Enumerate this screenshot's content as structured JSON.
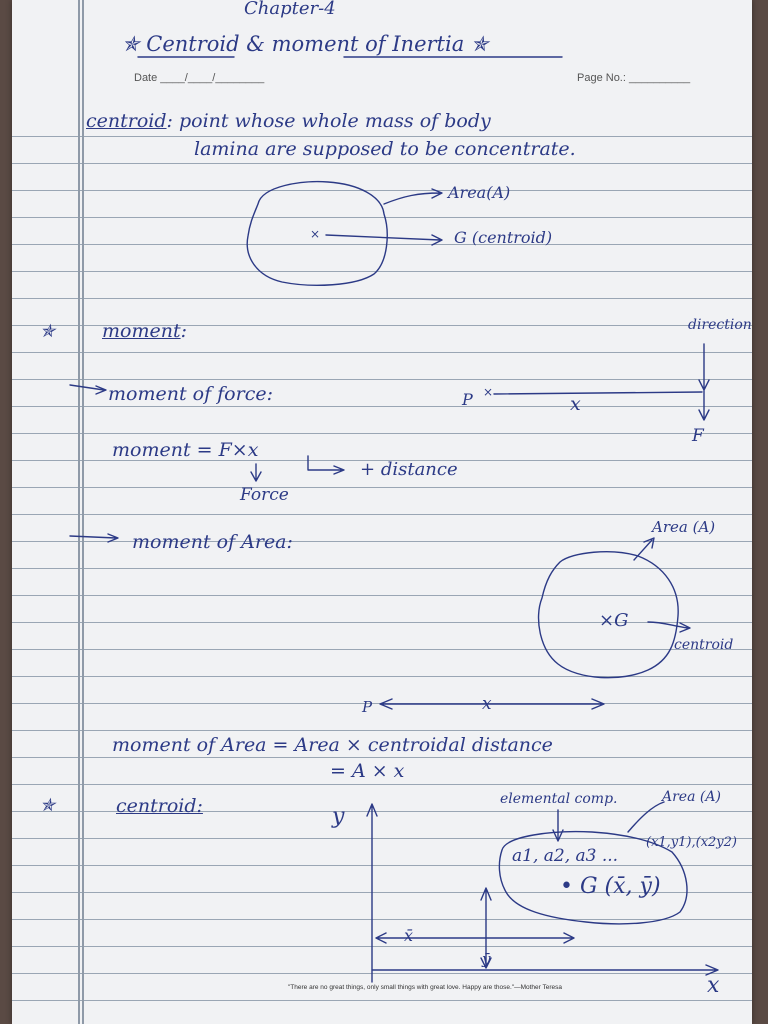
{
  "header": {
    "chapter": "Chapter-4",
    "title": "Centroid & moment of Inertia",
    "date_label": "Date ____/____/________",
    "page_label": "Page No.: __________"
  },
  "centroid_def": {
    "term": "centroid",
    "line1": ": point whose whole mass of body",
    "line2": "lamina are supposed to be concentrate.",
    "area_label": "Area(A)",
    "x_mark": "×",
    "centroid_label": "G (centroid)"
  },
  "moment": {
    "heading": "moment",
    "colon": ":",
    "force_heading": "moment of force:",
    "direction_label": "direction",
    "p_label": "P",
    "x_mark": "×",
    "x_label": "x",
    "f_label": "F",
    "formula": "moment = F×x",
    "distance_label": "distance",
    "force_label": "Force"
  },
  "moment_area": {
    "heading": "moment of Area:",
    "area_label": "Area (A)",
    "g_label": "×G",
    "centroid_label": "centroid",
    "p_label": "P",
    "x_label": "x",
    "formula_line1": "moment of Area = Area × centroidal distance",
    "formula_line2": "= A × x"
  },
  "centroid2": {
    "heading": "centroid:",
    "y_axis": "y",
    "x_axis": "x",
    "elemental_label": "elemental comp.",
    "area_label": "Area (A)",
    "elements": "a1, a2, a3 ...",
    "coords": "(x1,y1),(x2y2)",
    "g_label": "G (x̄, ȳ)",
    "xbar": "x̄",
    "ybar": "ȳ"
  },
  "footer": {
    "quote": "\"There are no great things, only small things with great love. Happy are those.\"—Mother Teresa"
  }
}
